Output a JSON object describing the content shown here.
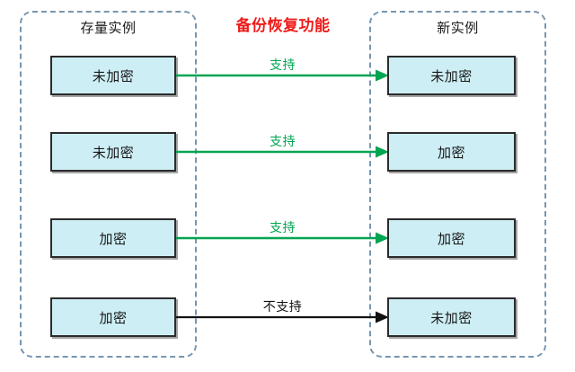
{
  "diagram": {
    "center_title": "备份恢复功能",
    "accent_red": "#ee1b19",
    "supported_green": "#00a551",
    "unsupported_black": "#111111",
    "node_fill": "#cdeef5",
    "node_border": "#2b2b2b",
    "group_border": "#7796b0",
    "groups": [
      {
        "id": "source",
        "title": "存量实例"
      },
      {
        "id": "target",
        "title": "新实例"
      }
    ],
    "rows": [
      {
        "source_label": "未加密",
        "target_label": "未加密",
        "edge_label": "支持",
        "edge_state": "supported"
      },
      {
        "source_label": "未加密",
        "target_label": "加密",
        "edge_label": "支持",
        "edge_state": "supported"
      },
      {
        "source_label": "加密",
        "target_label": "加密",
        "edge_label": "支持",
        "edge_state": "supported"
      },
      {
        "source_label": "加密",
        "target_label": "未加密",
        "edge_label": "不支持",
        "edge_state": "unsupported"
      }
    ]
  }
}
